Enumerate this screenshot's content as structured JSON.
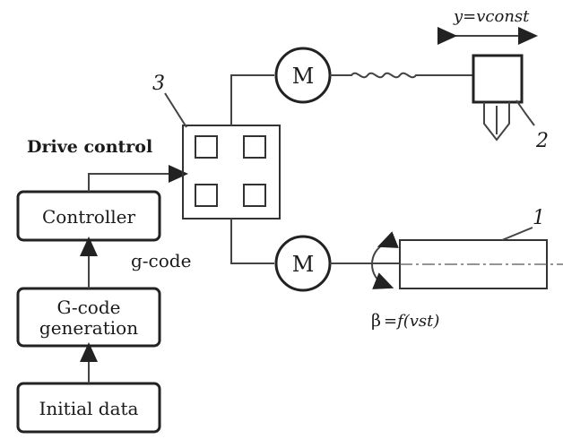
{
  "blocks": {
    "initial_data": "Initial data",
    "gcode_generation_line1": "G-code",
    "gcode_generation_line2": "generation",
    "controller": "Controller",
    "gcode_label": "g-code",
    "drive_control": "Drive control"
  },
  "motors": {
    "top_label": "M",
    "bottom_label": "M"
  },
  "labels": {
    "num_3": "3",
    "num_2": "2",
    "num_1": "1",
    "y_formula": "y=vconst",
    "beta_symbol": "β",
    "beta_formula": "=f(vst)"
  },
  "colors": {
    "line": "#333333",
    "background": "#ffffff"
  }
}
